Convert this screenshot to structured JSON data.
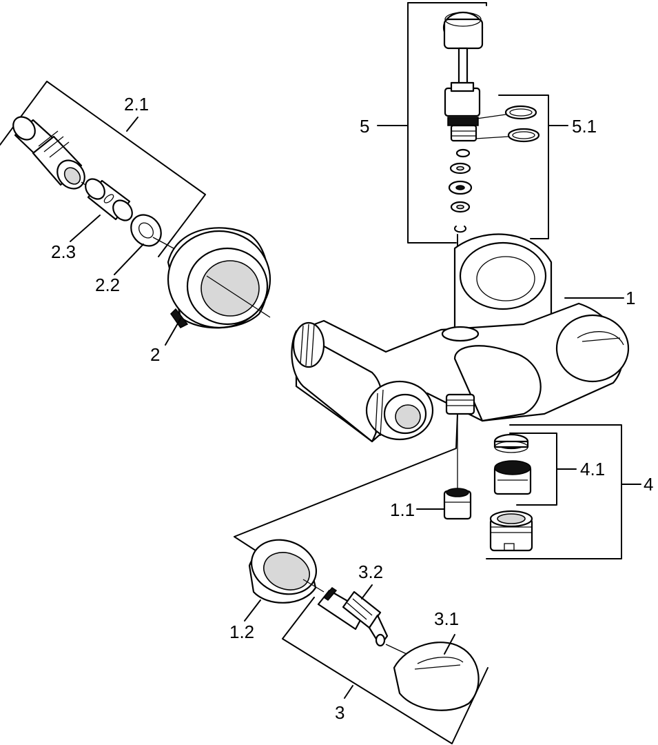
{
  "labels": {
    "l1": "1",
    "l1_1": "1.1",
    "l1_2": "1.2",
    "l2": "2",
    "l2_1": "2.1",
    "l2_2": "2.2",
    "l2_3": "2.3",
    "l3": "3",
    "l3_1": "3.1",
    "l3_2": "3.2",
    "l4": "4",
    "l4_1": "4.1",
    "l5": "5",
    "l5_1": "5.1"
  }
}
